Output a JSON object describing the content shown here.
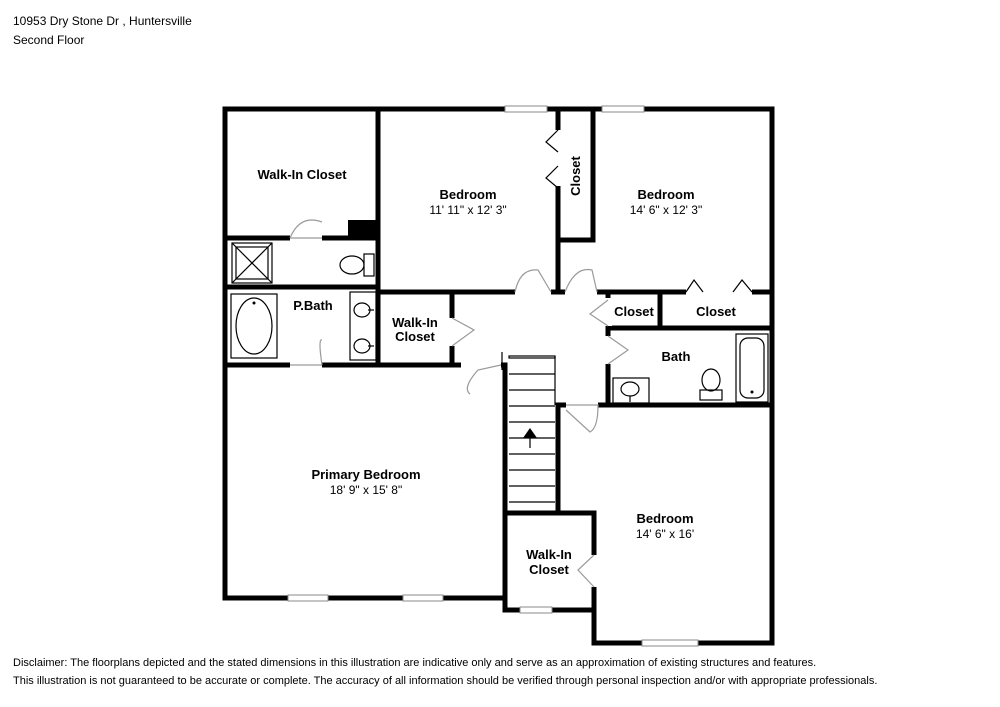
{
  "header": {
    "address": "10953 Dry Stone Dr , Huntersville",
    "floor": "Second Floor"
  },
  "rooms": {
    "walkin_closet_top": {
      "name": "Walk-In Closet"
    },
    "bedroom_1": {
      "name": "Bedroom",
      "dims": "11' 11\" x 12' 3\""
    },
    "closet_vertical": {
      "name": "Closet"
    },
    "bedroom_2": {
      "name": "Bedroom",
      "dims": "14' 6\" x 12' 3\""
    },
    "pbath": {
      "name": "P.Bath"
    },
    "walkin_closet_mid": {
      "line1": "Walk-In",
      "line2": "Closet"
    },
    "closet_small": {
      "name": "Closet"
    },
    "closet_right": {
      "name": "Closet"
    },
    "bath": {
      "name": "Bath"
    },
    "primary_bedroom": {
      "name": "Primary Bedroom",
      "dims": "18' 9\" x 15' 8\""
    },
    "bedroom_3": {
      "name": "Bedroom",
      "dims": "14' 6\" x 16'"
    },
    "walkin_closet_bottom": {
      "line1": "Walk-In",
      "line2": "Closet"
    }
  },
  "disclaimer": {
    "line1": "Disclaimer: The floorplans depicted and the stated dimensions in this illustration are indicative only and serve as an approximation of existing structures and features.",
    "line2": "This illustration is not guaranteed to be accurate or complete. The accuracy of all information should be verified through personal inspection and/or with appropriate professionals."
  }
}
